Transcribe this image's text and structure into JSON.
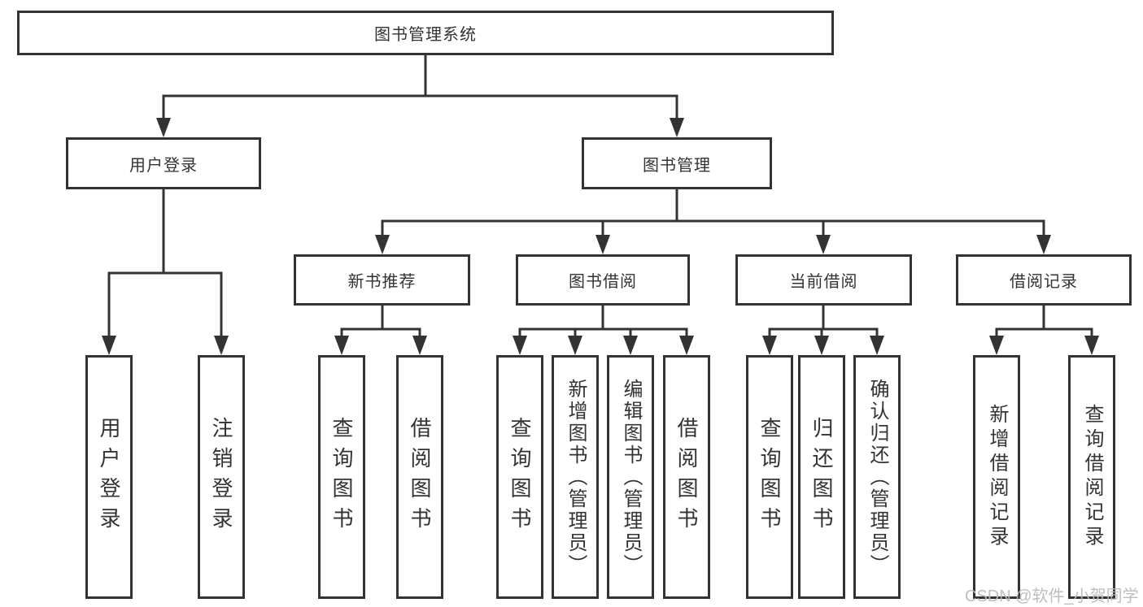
{
  "diagram_title": "图书管理系统",
  "watermark": "CSDN @软件_小贺同学",
  "colors": {
    "line": "#333333",
    "text": "#333333",
    "background": "#ffffff",
    "watermark": "#bababa"
  },
  "tree": {
    "root": {
      "label": "图书管理系统"
    },
    "branches": [
      {
        "label": "用户登录",
        "children": [
          {
            "label": "用户登录"
          },
          {
            "label": "注销登录"
          }
        ]
      },
      {
        "label": "图书管理",
        "children": [
          {
            "label": "新书推荐",
            "children": [
              {
                "label": "查询图书"
              },
              {
                "label": "借阅图书"
              }
            ]
          },
          {
            "label": "图书借阅",
            "children": [
              {
                "label": "查询图书"
              },
              {
                "label": "新增图书（管理员）"
              },
              {
                "label": "编辑图书（管理员）"
              },
              {
                "label": "借阅图书"
              }
            ]
          },
          {
            "label": "当前借阅",
            "children": [
              {
                "label": "查询图书"
              },
              {
                "label": "归还图书"
              },
              {
                "label": "确认归还（管理员）"
              }
            ]
          },
          {
            "label": "借阅记录",
            "children": [
              {
                "label": "新增借阅记录"
              },
              {
                "label": "查询借阅记录"
              }
            ]
          }
        ]
      }
    ]
  }
}
